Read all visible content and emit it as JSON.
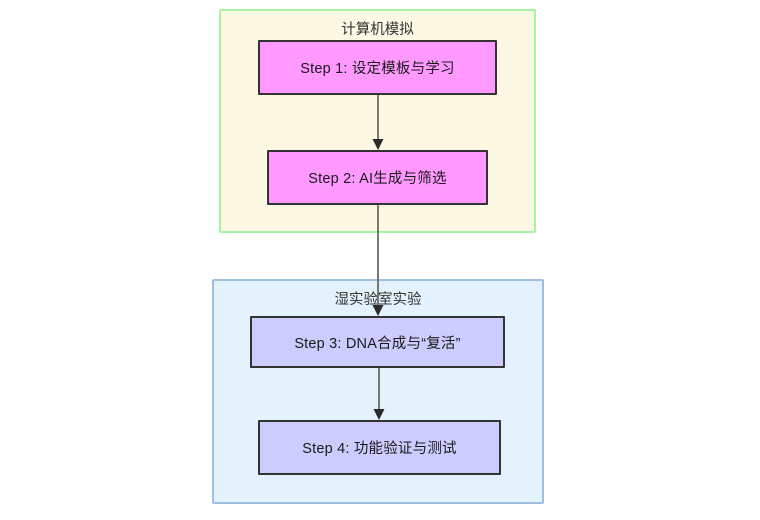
{
  "diagram": {
    "type": "flowchart",
    "direction": "top-to-bottom",
    "subgraphs": [
      {
        "id": "compute",
        "title": "计算机模拟",
        "fill_color": "#fdf8e3",
        "border_color": "#a6f3a6",
        "nodes": [
          "step1",
          "step2"
        ]
      },
      {
        "id": "wetlab",
        "title": "湿实验室实验",
        "fill_color": "#e3f2fd",
        "border_color": "#9ec0de",
        "nodes": [
          "step3",
          "step4"
        ]
      }
    ],
    "nodes": [
      {
        "id": "step1",
        "label": "Step 1: 设定模板与学习",
        "fill_color": "#ff99ff",
        "border_color": "#333333"
      },
      {
        "id": "step2",
        "label": "Step 2: AI生成与筛选",
        "fill_color": "#ff99ff",
        "border_color": "#333333"
      },
      {
        "id": "step3",
        "label": "Step 3: DNA合成与“复活”",
        "fill_color": "#ccccff",
        "border_color": "#333333"
      },
      {
        "id": "step4",
        "label": "Step 4: 功能验证与测试",
        "fill_color": "#ccccff",
        "border_color": "#333333"
      }
    ],
    "edges": [
      {
        "from": "step1",
        "to": "step2",
        "label": ""
      },
      {
        "from": "step2",
        "to": "step3",
        "label": ""
      },
      {
        "from": "step3",
        "to": "step4",
        "label": ""
      }
    ],
    "edge_color": "#6b6b5e",
    "arrowhead_color": "#2b2b2b",
    "background_color": "#ffffff"
  }
}
